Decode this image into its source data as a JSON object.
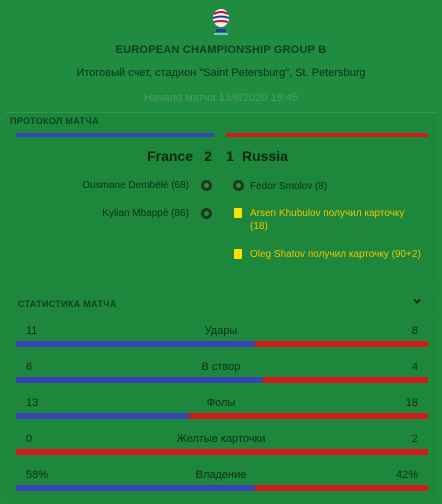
{
  "header": {
    "competition": "EUROPEAN CHAMPIONSHIP GROUP B",
    "venue_line": "Итоговый счет, стадион \"Saint Petersburg\", St. Petersburg",
    "kickoff": "Начало матча 13/6/2020 19:45"
  },
  "protocol": {
    "title": "ПРОТОКОЛ МАТЧА",
    "home_team": "France",
    "home_goals": "2",
    "away_goals": "1",
    "away_team": "Russia",
    "home_color": "#3844b3",
    "away_color": "#cf1b1b",
    "home_events": [
      {
        "text": "Ousmane Dembélé (68)",
        "icon": "ball-icon"
      },
      {
        "text": "Kylian Mbappé (86)",
        "icon": "ball-icon"
      }
    ],
    "away_events": [
      {
        "text": "Fedor Smolov (8)",
        "icon": "ball-icon"
      },
      {
        "text": "Arsen Khubulov получил карточку (18)",
        "icon": "yellow-card-icon"
      },
      {
        "text": "Oleg Shatov получил карточку (90+2)",
        "icon": "yellow-card-icon"
      }
    ]
  },
  "stats": {
    "title": "СТАТИСТИКА МАТЧА",
    "rows": [
      {
        "label": "Удары",
        "home": "11",
        "away": "8",
        "home_share": 0.579
      },
      {
        "label": "В створ",
        "home": "6",
        "away": "4",
        "home_share": 0.6
      },
      {
        "label": "Фолы",
        "home": "13",
        "away": "18",
        "home_share": 0.419
      },
      {
        "label": "Желтые карточки",
        "home": "0",
        "away": "2",
        "home_share": 0.0
      },
      {
        "label": "Владение",
        "home": "58%",
        "away": "42%",
        "home_share": 0.58
      }
    ]
  }
}
